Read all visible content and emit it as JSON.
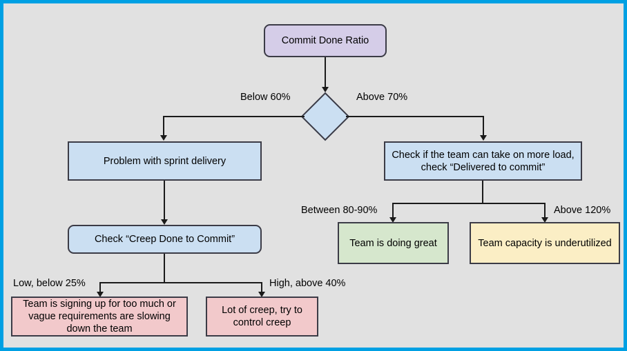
{
  "diagram": {
    "title": "Commit Done Ratio",
    "background_color": "#e1e1e1",
    "border_color": "#00a0e3",
    "nodes": {
      "root": {
        "label": "Commit Done Ratio",
        "shape": "rounded-rect",
        "color": "#d5cde8"
      },
      "decision": {
        "label": "",
        "shape": "diamond",
        "color": "#cbdff2"
      },
      "problem_sprint": {
        "label": "Problem with sprint delivery",
        "shape": "rect",
        "color": "#cbdff2"
      },
      "check_capacity": {
        "label": "Check if the team can take on more load, check “Delivered to commit”",
        "shape": "rect",
        "color": "#cbdff2"
      },
      "check_creep": {
        "label": "Check “Creep Done to Commit”",
        "shape": "rounded-rect",
        "color": "#cbdff2"
      },
      "doing_great": {
        "label": "Team is doing great",
        "shape": "rect",
        "color": "#d6e7cd"
      },
      "underutilized": {
        "label": "Team capacity is underutilized",
        "shape": "rect",
        "color": "#fbeec5"
      },
      "signing_up": {
        "label": "Team is signing up for too much or vague requirements are slowing down the team",
        "shape": "rect",
        "color": "#f2c9cb"
      },
      "lot_of_creep": {
        "label": "Lot of creep, try to control creep",
        "shape": "rect",
        "color": "#f2c9cb"
      }
    },
    "edge_labels": {
      "below_60": "Below 60%",
      "above_70": "Above 70%",
      "between_80_90": "Between 80-90%",
      "above_120": "Above 120%",
      "low_below_25": "Low, below 25%",
      "high_above_40": "High, above 40%"
    }
  }
}
